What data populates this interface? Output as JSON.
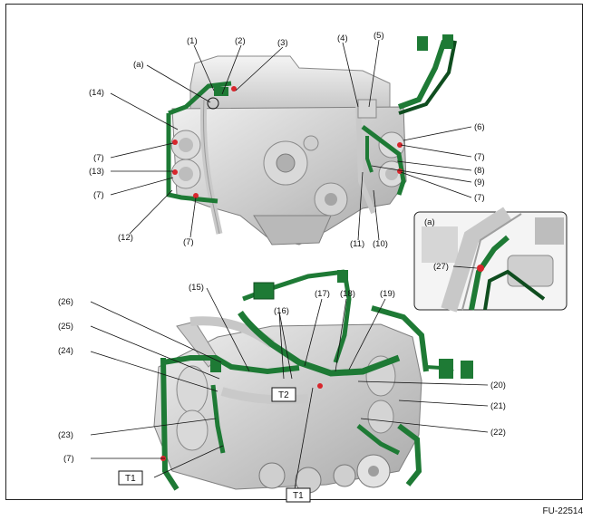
{
  "figure_code": "FU-22514",
  "detail_label": "(a)",
  "top_view_callouts": {
    "c1": "(1)",
    "c2": "(2)",
    "c3": "(3)",
    "ca": "(a)",
    "c4": "(4)",
    "c5": "(5)",
    "c14": "(14)",
    "c6": "(6)",
    "c7a": "(7)",
    "c7b": "(7)",
    "c13": "(13)",
    "c8": "(8)",
    "c7c": "(7)",
    "c9": "(9)",
    "c7d": "(7)",
    "c12": "(12)",
    "c7e": "(7)",
    "c11": "(11)",
    "c10": "(10)"
  },
  "detail_callouts": {
    "c27": "(27)"
  },
  "bottom_view_callouts": {
    "c15": "(15)",
    "c16": "(16)",
    "c17": "(17)",
    "c18": "(18)",
    "c19": "(19)",
    "c26": "(26)",
    "c25": "(25)",
    "c24": "(24)",
    "c20": "(20)",
    "c21": "(21)",
    "c23": "(23)",
    "c22": "(22)",
    "c7": "(7)"
  },
  "torque_labels": {
    "t2": "T2",
    "t1a": "T1",
    "t1b": "T1"
  },
  "colors": {
    "harness": "#1e7a35",
    "harness_dark": "#0f4d1f",
    "engine_light": "#e9e9e9",
    "engine_mid": "#bdbdbd",
    "engine_dark": "#7a7a7a",
    "clip_red": "#d8262c",
    "leader": "#111111"
  }
}
